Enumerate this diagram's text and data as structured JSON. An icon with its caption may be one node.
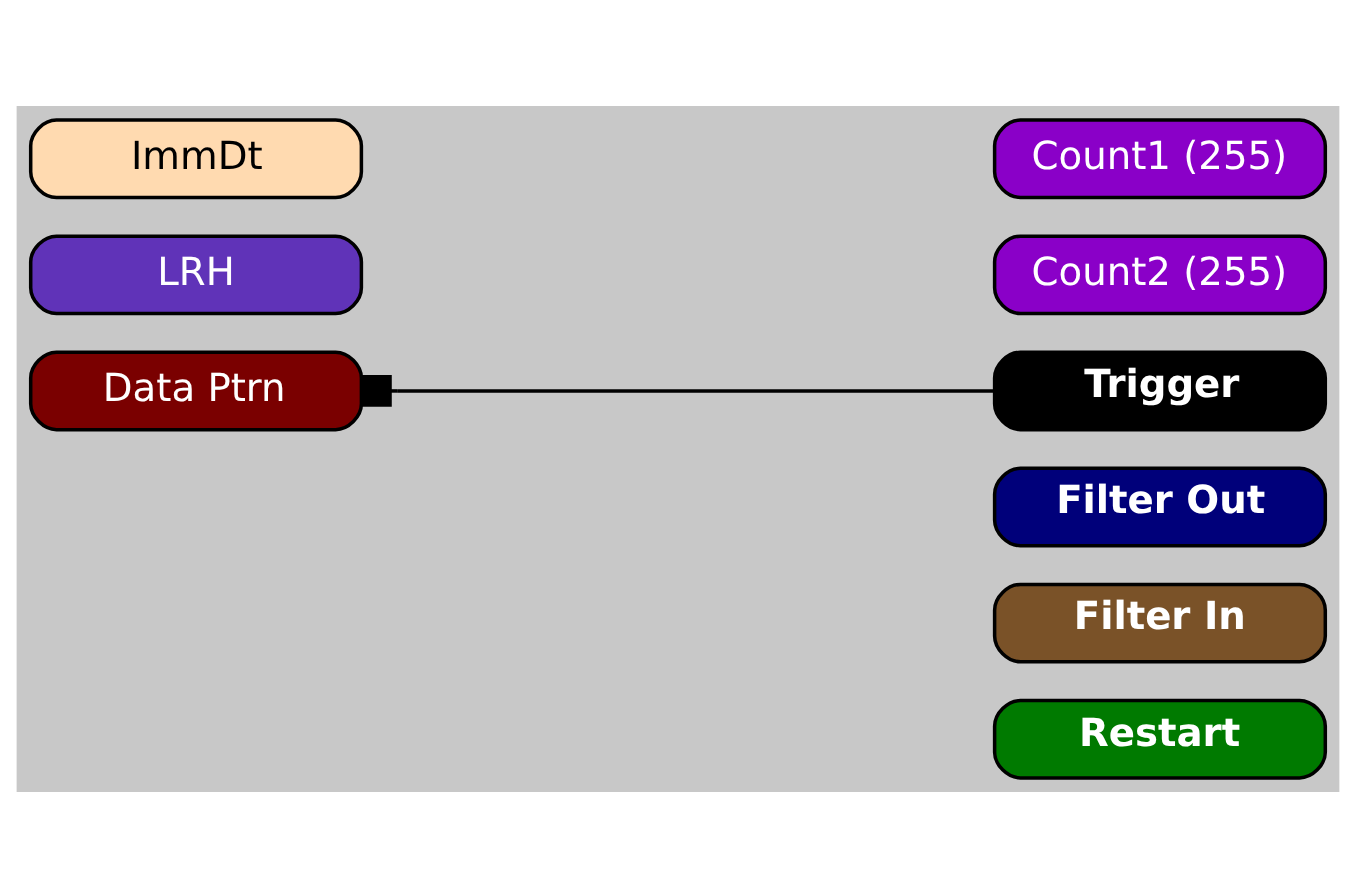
{
  "diagram": {
    "nodes": [
      {
        "text": [
          "ImmDt"
        ]
      },
      {
        "text": [
          "LRH"
        ]
      },
      {
        "text": [
          "Data Ptrn"
        ]
      },
      {
        "text": [
          "Count1 (255)"
        ]
      },
      {
        "text": [
          "Count2 (255)"
        ]
      },
      {
        "text": [
          "Trigger"
        ]
      },
      {
        "text": [
          "Filter Out"
        ]
      },
      {
        "text": [
          "Filter In"
        ]
      },
      {
        "text": [
          "Restart"
        ]
      }
    ],
    "edges": [
      {
        "from": 2,
        "to": 5,
        "arrow": "other"
      }
    ]
  }
}
